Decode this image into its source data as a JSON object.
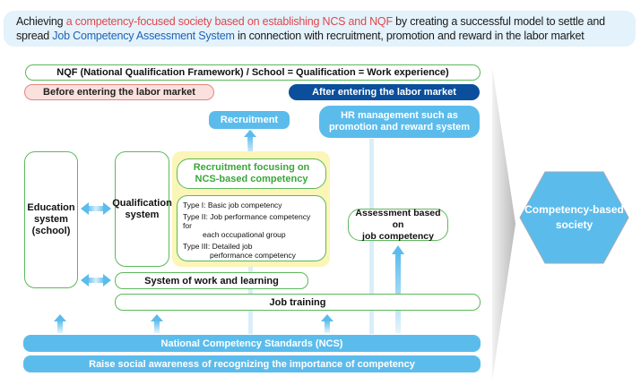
{
  "banner": {
    "part1": "Achieving ",
    "highlight_red": "a competency-focused society based on establishing NCS and NQF",
    "part2": " by creating a successful model to settle and spread ",
    "highlight_blue": "Job Competency Assessment System",
    "part3": " in connection with recruitment, promotion and reward in the labor market"
  },
  "nqf": "NQF (National Qualification Framework) / School = Qualification = Work experience)",
  "before_market": "Before entering the labor market",
  "after_market": "After entering the labor market",
  "hr_management": {
    "line1": "HR management such as",
    "line2": "promotion and reward system"
  },
  "recruitment": "Recruitment",
  "education": {
    "line1": "Education",
    "line2": "system",
    "line3": "(school)"
  },
  "qualification": {
    "line1": "Qualification",
    "line2": "system"
  },
  "recruitment_focus": {
    "line1": "Recruitment focusing on",
    "line2": "NCS-based competency"
  },
  "types": {
    "type1": "Type I: Basic job competency",
    "type2_a": "Type II: Job performance competency for",
    "type2_b": "each occupational group",
    "type3_a": "Type III: Detailed job",
    "type3_b": "performance competency"
  },
  "assessment": {
    "line1": "Assessment based on",
    "line2": "job competency"
  },
  "work_learning": "System of work and learning",
  "job_training": "Job training",
  "ncs": "National Competency Standards (NCS)",
  "raise_awareness": "Raise social awareness of recognizing the importance of competency",
  "society": {
    "line1": "Competency-based",
    "line2": "society"
  },
  "colors": {
    "green_border": "#5cb85c",
    "light_blue": "#5bbcec",
    "navy": "#0b4f9c",
    "pink": "#fbe1dd",
    "yellow": "#fbf5b8",
    "red_text": "#e0474c",
    "blue_text": "#1d63b5"
  }
}
